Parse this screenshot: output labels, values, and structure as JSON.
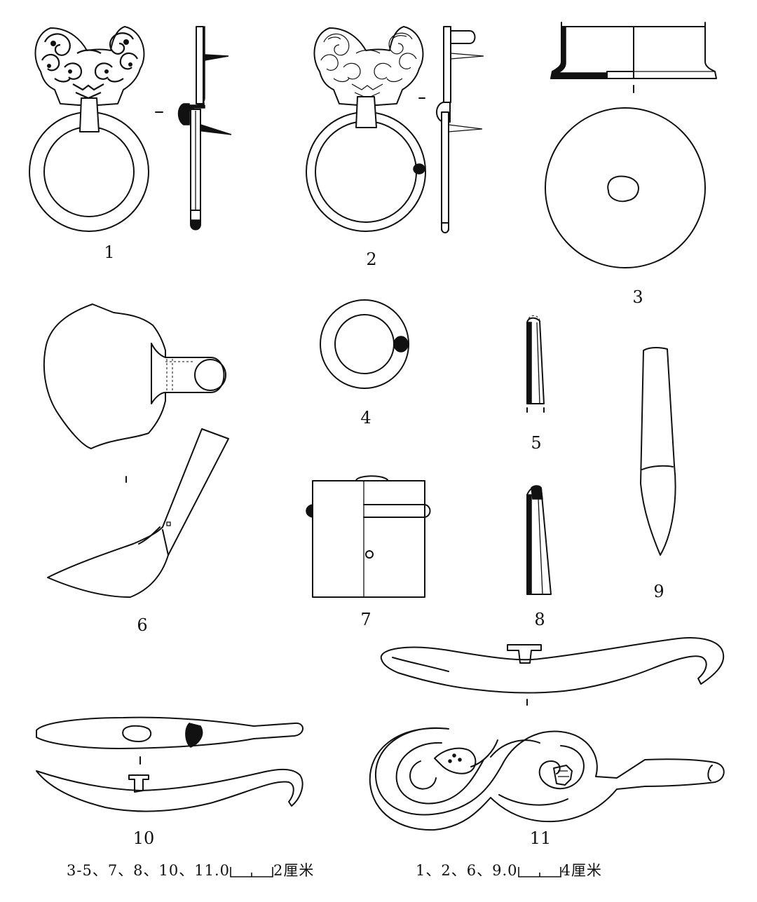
{
  "figures": [
    {
      "id": "1",
      "label": "1"
    },
    {
      "id": "2",
      "label": "2"
    },
    {
      "id": "3",
      "label": "3"
    },
    {
      "id": "4",
      "label": "4"
    },
    {
      "id": "5",
      "label": "5"
    },
    {
      "id": "6",
      "label": "6"
    },
    {
      "id": "7",
      "label": "7"
    },
    {
      "id": "8",
      "label": "8"
    },
    {
      "id": "9",
      "label": "9"
    },
    {
      "id": "10",
      "label": "10"
    },
    {
      "id": "11",
      "label": "11"
    }
  ],
  "scales": {
    "small": {
      "applies_to": "3-5、7、8、10、11.",
      "zero": "0",
      "value": "2厘米"
    },
    "large": {
      "applies_to": "1、2、6、9.",
      "zero": "0",
      "value": "4厘米"
    }
  }
}
